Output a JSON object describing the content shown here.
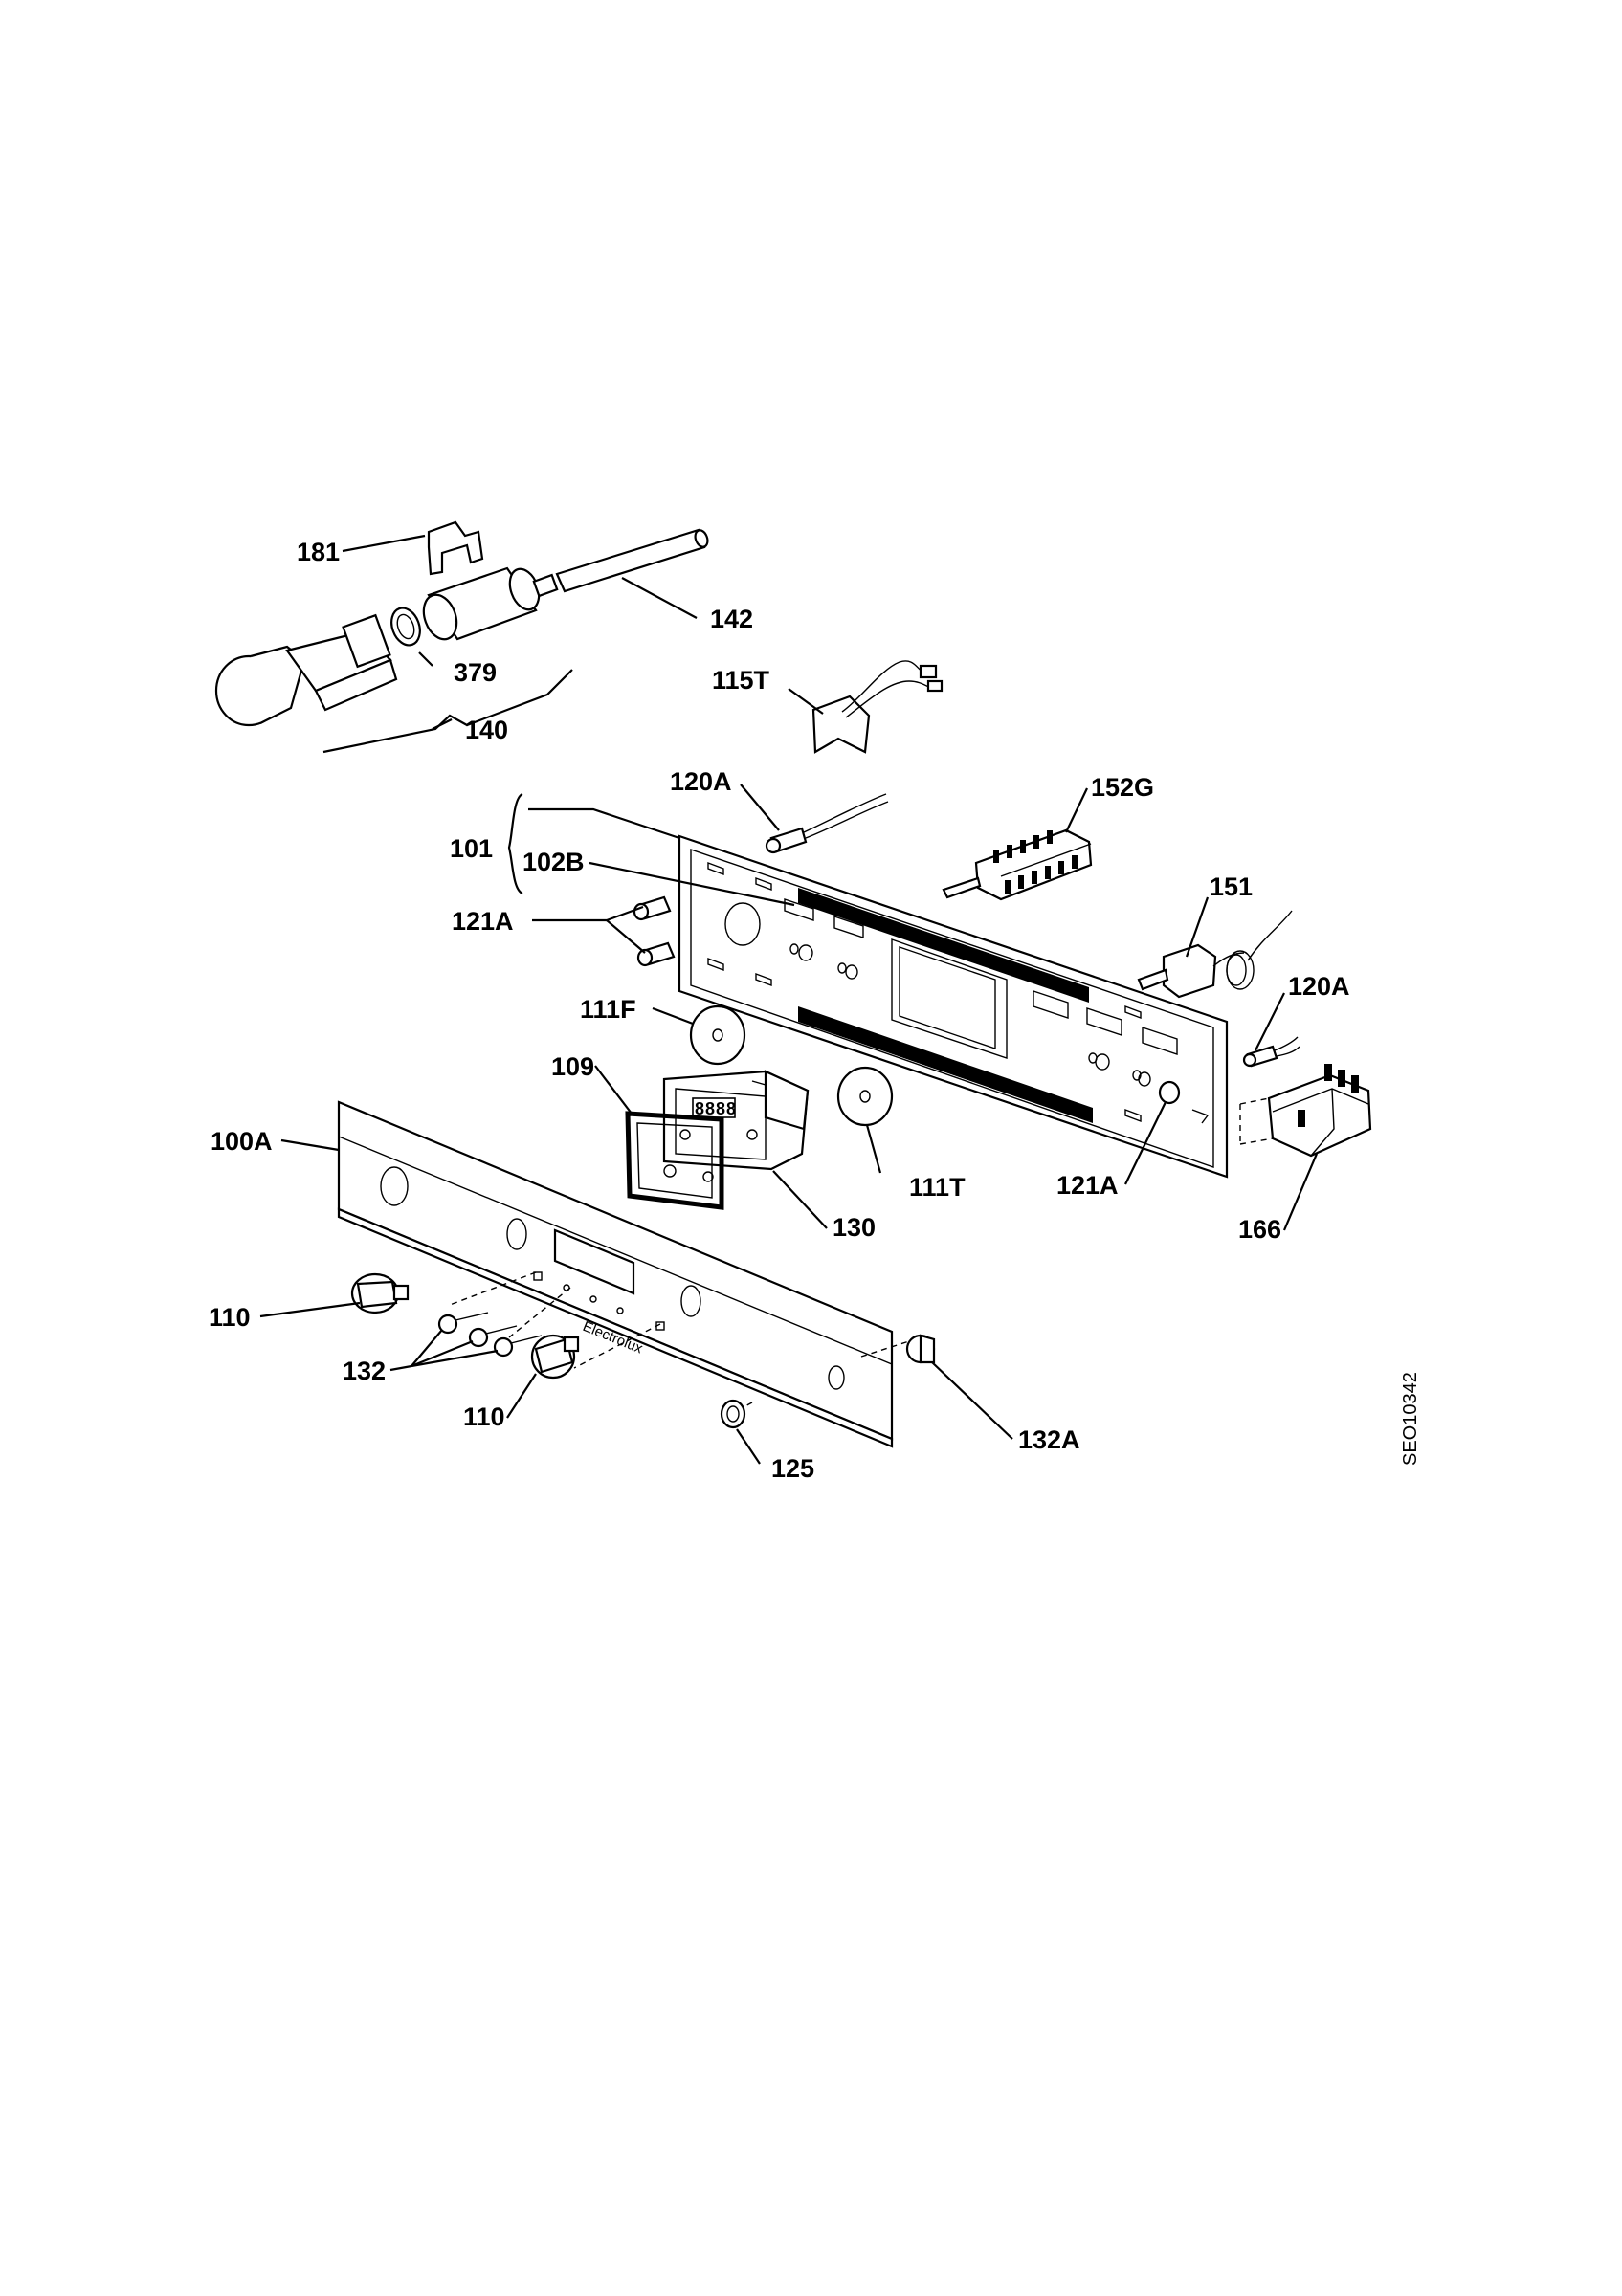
{
  "diagram_code": "SEO10342",
  "brand_text": "Electrolux",
  "display_digits": "8888",
  "part_labels": {
    "p181": "181",
    "p142": "142",
    "p379": "379",
    "p140": "140",
    "p115T": "115T",
    "p120A_top": "120A",
    "p152G": "152G",
    "p101": "101",
    "p102B": "102B",
    "p121A_left": "121A",
    "p151": "151",
    "p120A_right": "120A",
    "p111F": "111F",
    "p109": "109",
    "p100A": "100A",
    "p111T": "111T",
    "p121A_right": "121A",
    "p166": "166",
    "p130": "130",
    "p110_left": "110",
    "p132": "132",
    "p110_bottom": "110",
    "p132A": "132A",
    "p125": "125"
  }
}
